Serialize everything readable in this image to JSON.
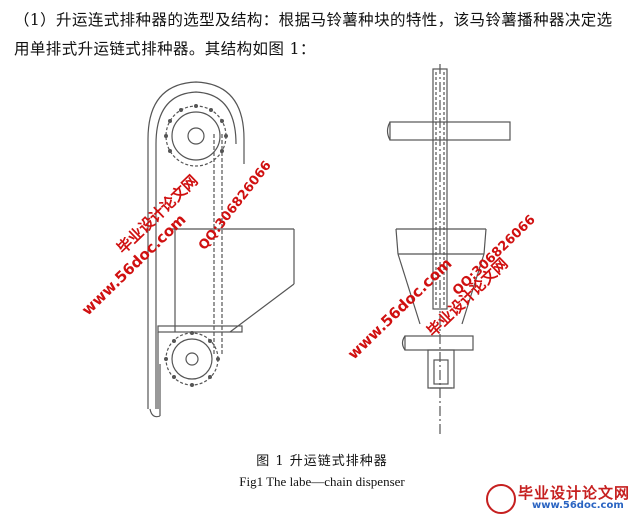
{
  "paragraph": {
    "line1": "（1）升运连式排种器的选型及结构：根据马铃薯种块的特性，该马铃薯播种器决定选",
    "line2": "用单排式升运链式排种器。其结构如图 1："
  },
  "figure": {
    "caption_cn": "图 1    升运链式排种器",
    "caption_en": "Fig1     The labe—chain dispenser"
  },
  "watermarks": {
    "site_cn": "毕业设计论文网",
    "site_url": "www.56doc.com",
    "qq": "QQ:306826066"
  },
  "logo": {
    "title": "毕业设计论文网",
    "url": "www.56doc.com",
    "brand_color": "#c62020",
    "url_color": "#2a64c2"
  },
  "colors": {
    "watermark": "#d01010",
    "line": "#555555"
  }
}
